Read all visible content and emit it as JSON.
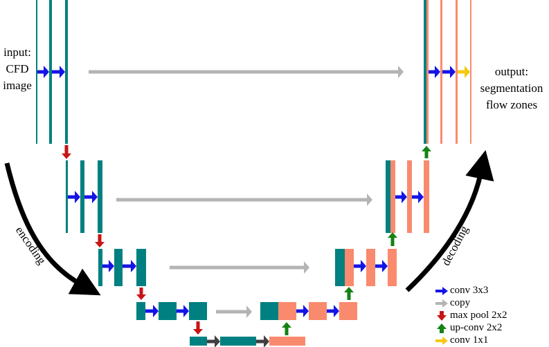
{
  "labels": {
    "input": [
      "input:",
      "CFD",
      "image"
    ],
    "output": [
      "output:",
      "segmentation",
      "flow zones"
    ],
    "encoding": "encoding",
    "decoding": "decoding"
  },
  "legend": [
    {
      "label": "conv 3x3",
      "color": "#1414e6",
      "icon": "arrow-right-icon"
    },
    {
      "label": "copy",
      "color": "#b4b4b4",
      "icon": "arrow-right-icon"
    },
    {
      "label": "max pool 2x2",
      "color": "#c81414",
      "icon": "arrow-down-icon"
    },
    {
      "label": "up-conv 2x2",
      "color": "#148214",
      "icon": "arrow-up-icon"
    },
    {
      "label": "conv 1x1",
      "color": "#f5c814",
      "icon": "arrow-right-icon"
    }
  ],
  "colors": {
    "encoder": "#008080",
    "decoder": "#fa8a6e",
    "conv": "#1414e6",
    "copy": "#b4b4b4",
    "pool": "#c81414",
    "upconv": "#148214",
    "conv1x1": "#f5c814",
    "bottleneck_arrow": "#404040",
    "big_arrow": "#000000"
  }
}
